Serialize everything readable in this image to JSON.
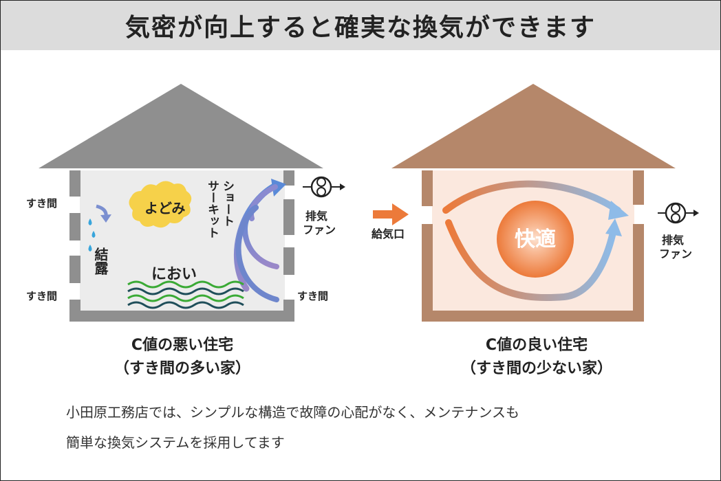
{
  "title": "気密が向上すると確実な換気ができます",
  "bad_house": {
    "gap_top_left": "すき間",
    "gap_bottom_left": "すき間",
    "gap_right": "すき間",
    "stagnation": "よどみ",
    "condensation": "結露",
    "short_circuit_line1": "ショート",
    "short_circuit_line2": "サーキット",
    "odor": "におい",
    "fan_line1": "排気",
    "fan_line2": "ファン",
    "caption_line1": "C値の悪い住宅",
    "caption_line2": "（すき間の多い家）",
    "colors": {
      "roof": "#8f8f8f",
      "wall": "#8f8f8f",
      "interior": "#ececec",
      "arrow": "#7b8fd0",
      "odor_wave1": "#3aaa35",
      "odor_wave2": "#1f4e5a"
    }
  },
  "good_house": {
    "inlet": "給気口",
    "comfort": "快適",
    "fan_line1": "排気",
    "fan_line2": "ファン",
    "caption_line1": "C値の良い住宅",
    "caption_line2": "（すき間の少ない家）",
    "colors": {
      "roof": "#b5876a",
      "wall": "#b5876a",
      "interior": "#fbe8de",
      "arrow_start": "#ec7a3a",
      "arrow_end": "#8ebbe8",
      "inlet_arrow": "#ec7a3a"
    }
  },
  "description_line1": "小田原工務店では、シンプルな構造で故障の心配がなく、メンテナンスも",
  "description_line2": "簡単な換気システムを採用してます"
}
